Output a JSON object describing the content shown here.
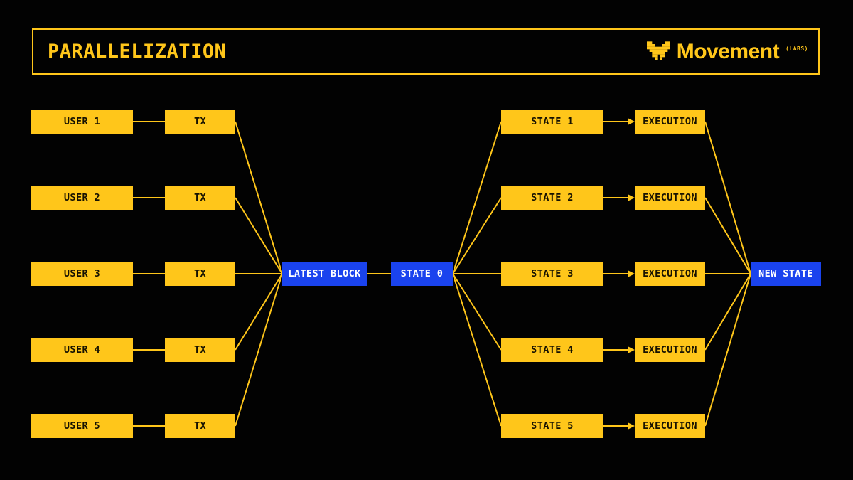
{
  "header": {
    "title": "PARALLELIZATION",
    "logo": {
      "brand": "Movement",
      "suffix": "(LABS)"
    }
  },
  "colors": {
    "background": "#020202",
    "accent_yellow": "#FFC61A",
    "accent_blue": "#1A43EE",
    "yellow_box_text": "#171201",
    "blue_box_text": "#FFFFFF"
  },
  "diagram": {
    "rows": [
      {
        "user": "USER 1",
        "tx": "TX",
        "state": "STATE 1",
        "execution": "EXECUTION"
      },
      {
        "user": "USER 2",
        "tx": "TX",
        "state": "STATE 2",
        "execution": "EXECUTION"
      },
      {
        "user": "USER 3",
        "tx": "TX",
        "state": "STATE 3",
        "execution": "EXECUTION"
      },
      {
        "user": "USER 4",
        "tx": "TX",
        "state": "STATE 4",
        "execution": "EXECUTION"
      },
      {
        "user": "USER 5",
        "tx": "TX",
        "state": "STATE 5",
        "execution": "EXECUTION"
      }
    ],
    "hubs": {
      "latest_block": "LATEST BLOCK",
      "state_zero": "STATE 0",
      "new_state": "NEW STATE"
    }
  }
}
